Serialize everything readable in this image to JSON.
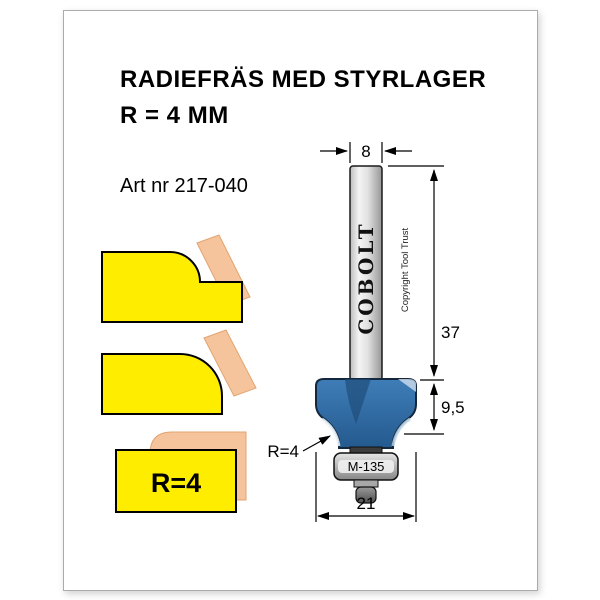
{
  "page": {
    "title_line1": "RADIEFRÄS MED STYRLAGER",
    "title_line2": "R = 4 MM",
    "art_nr": "Art nr 217-040"
  },
  "drawing": {
    "brand": "COBOLT",
    "copyright": "Copyright Tool Trust",
    "dim_shank_diameter": "8",
    "dim_shank_length": "37",
    "dim_cutter_height": "9,5",
    "dim_cutter_diameter": "21",
    "radius_label": "R=4",
    "bearing_label": "M-135"
  },
  "profiles": {
    "radius_label": "R=4"
  },
  "colors": {
    "wood_yellow": "#ffed00",
    "bit_ghost_orange": "#f5c49c",
    "ghost_outline": "#e2a470",
    "cutter_blue_dark_outline": "#14273d"
  }
}
